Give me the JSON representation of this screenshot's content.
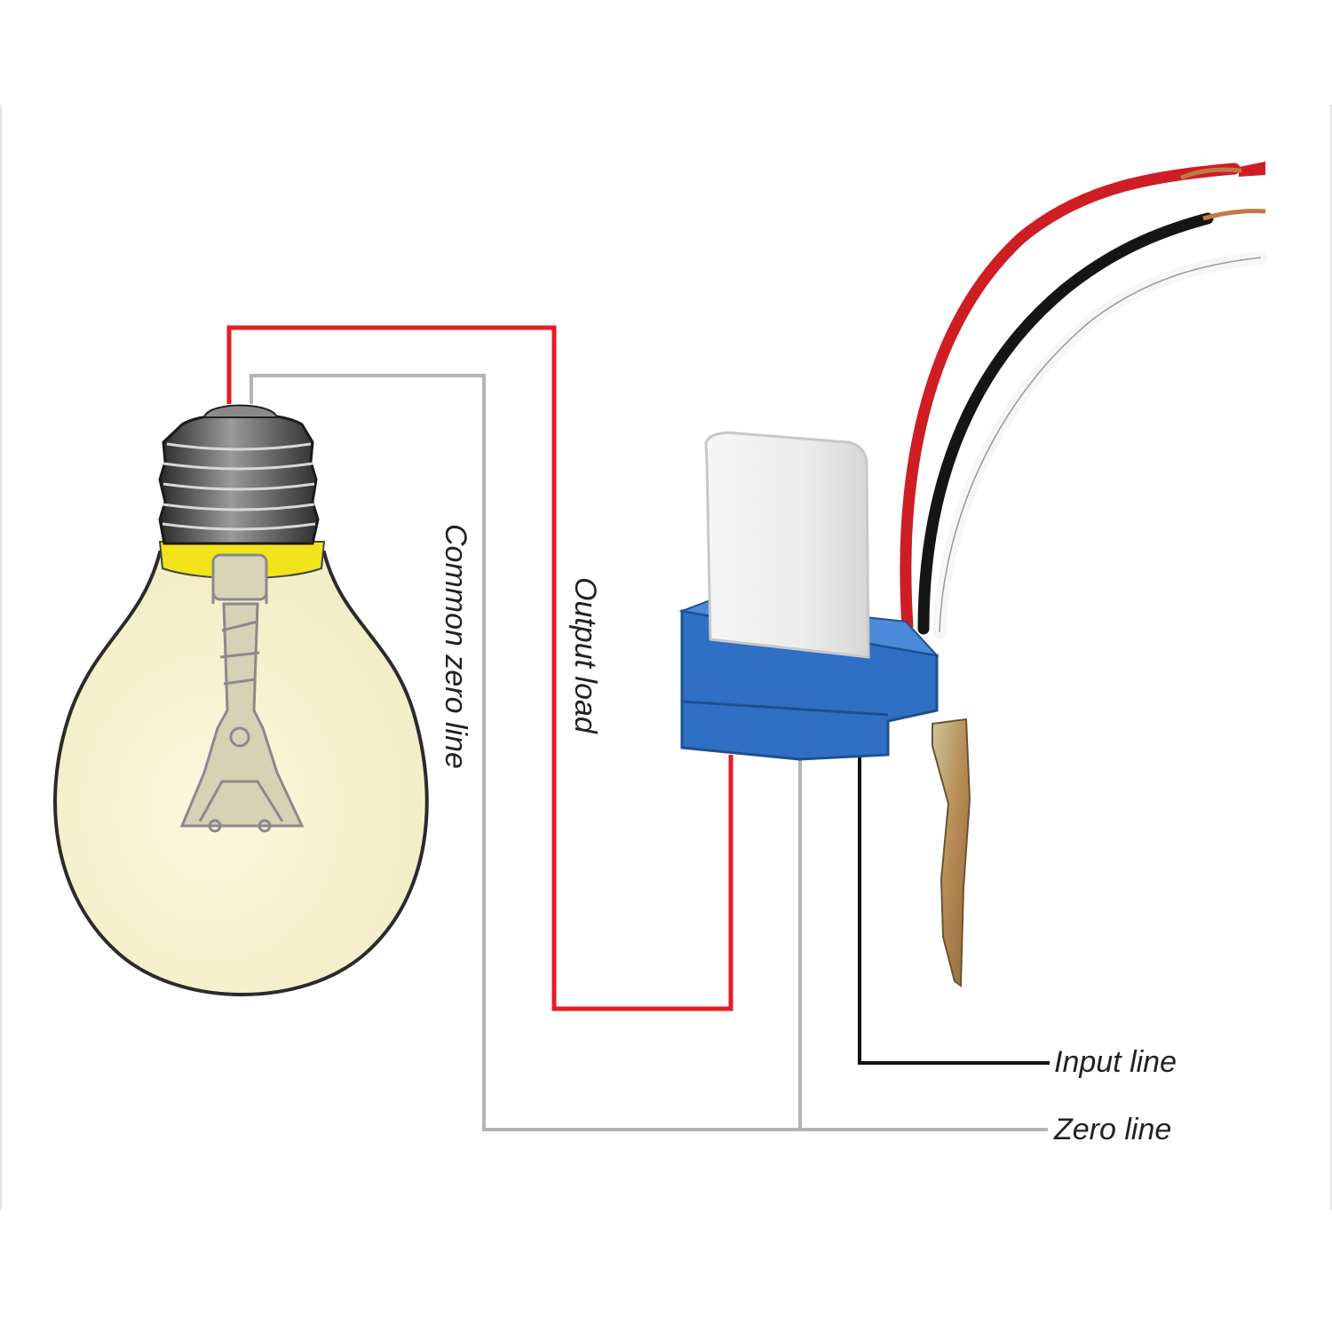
{
  "labels": {
    "common_zero_line": "Common zero line",
    "output_load": "Output load",
    "input_line": "Input line",
    "zero_line": "Zero line"
  },
  "colors": {
    "output_wire": "#e41e26",
    "zero_wire": "#b4b4b4",
    "input_wire": "#111111",
    "bulb_glass": "#f7f3d2",
    "bulb_neck": "#f2e41a",
    "sensor_base": "#2f6fc4",
    "sensor_cap": "#eeeeee"
  },
  "icons": {
    "bulb": "light-bulb-icon",
    "sensor": "photocell-switch-icon"
  }
}
